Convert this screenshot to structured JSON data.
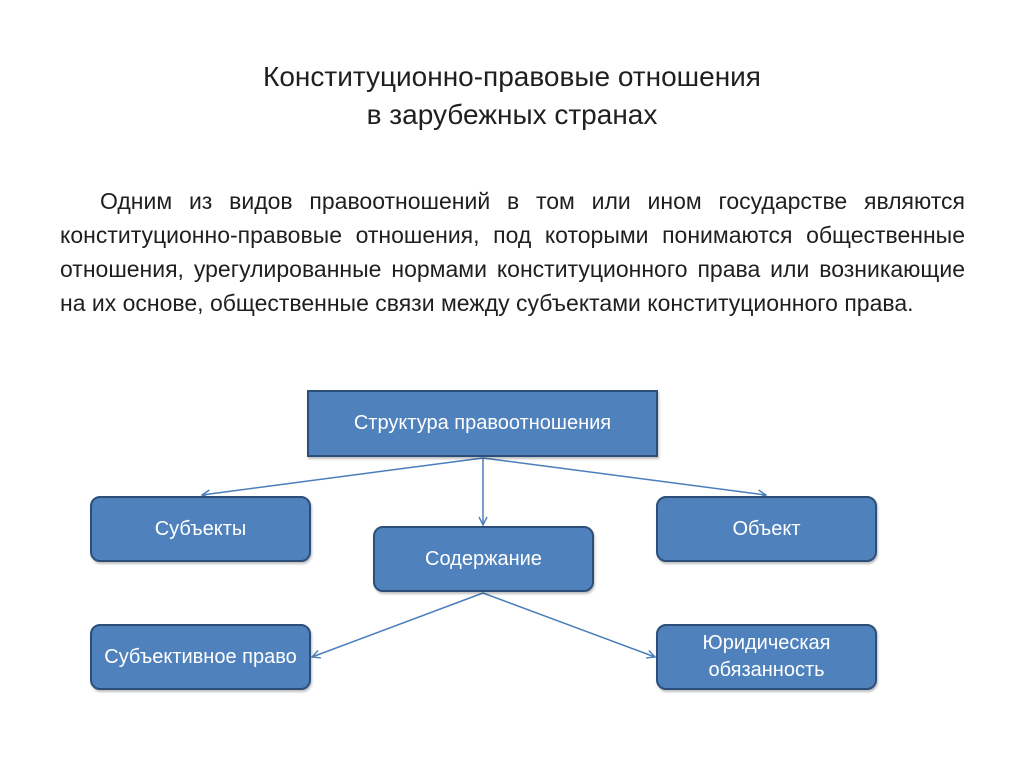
{
  "slide": {
    "title_line1": "Конституционно-правовые отношения",
    "title_line2": "в зарубежных странах",
    "paragraph": "Одним из видов правоотношений в том или ином государстве являются конституционно-правовые отношения, под которыми понимаются общественные отношения, урегулированные нормами конституционного права или возникающие на их основе, общественные связи между субъектами конституционного права."
  },
  "diagram": {
    "root": "Структура правоотношения",
    "subjects": "Субъекты",
    "content": "Содержание",
    "object": "Объект",
    "subjective_right": "Субъективное право",
    "legal_duty": "Юридическая обязанность"
  },
  "colors": {
    "box_fill": "#4f81bd",
    "box_border": "#2c4f79",
    "connector": "#4a7ebb",
    "text": "#1f1f1f"
  }
}
